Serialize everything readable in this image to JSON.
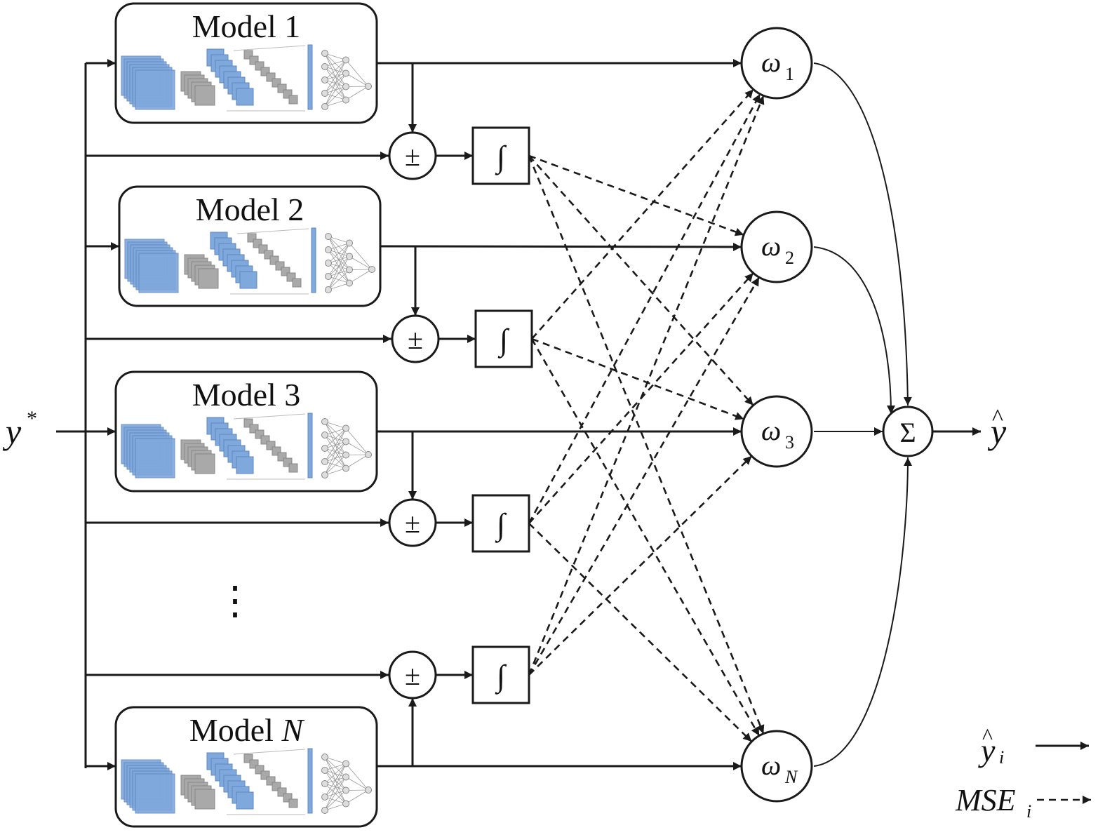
{
  "input": {
    "symbol": "y",
    "superscript": "*"
  },
  "models": [
    {
      "title": "Model 1",
      "suffix": ""
    },
    {
      "title": "Model 2",
      "suffix": ""
    },
    {
      "title": "Model 3",
      "suffix": ""
    },
    {
      "title": "Model ",
      "suffix": "N"
    }
  ],
  "ellipsis": "⋮",
  "operators": {
    "difference": "±",
    "integral": "∫",
    "sum": "Σ"
  },
  "weights": [
    {
      "symbol": "ω",
      "subscript": "1"
    },
    {
      "symbol": "ω",
      "subscript": "2"
    },
    {
      "symbol": "ω",
      "subscript": "3"
    },
    {
      "symbol": "ω",
      "subscript": "N"
    }
  ],
  "output": {
    "symbol": "y",
    "hat": "^"
  },
  "legend": [
    {
      "symbol": "y",
      "hat": "^",
      "subscript": "i",
      "style": "solid"
    },
    {
      "symbol": "MSE",
      "subscript": "i",
      "style": "dashed"
    }
  ],
  "colors": {
    "cnn_blue": "#7fa8dc",
    "pool_gray": "#a9a9a9",
    "line": "#1a1a1a"
  }
}
